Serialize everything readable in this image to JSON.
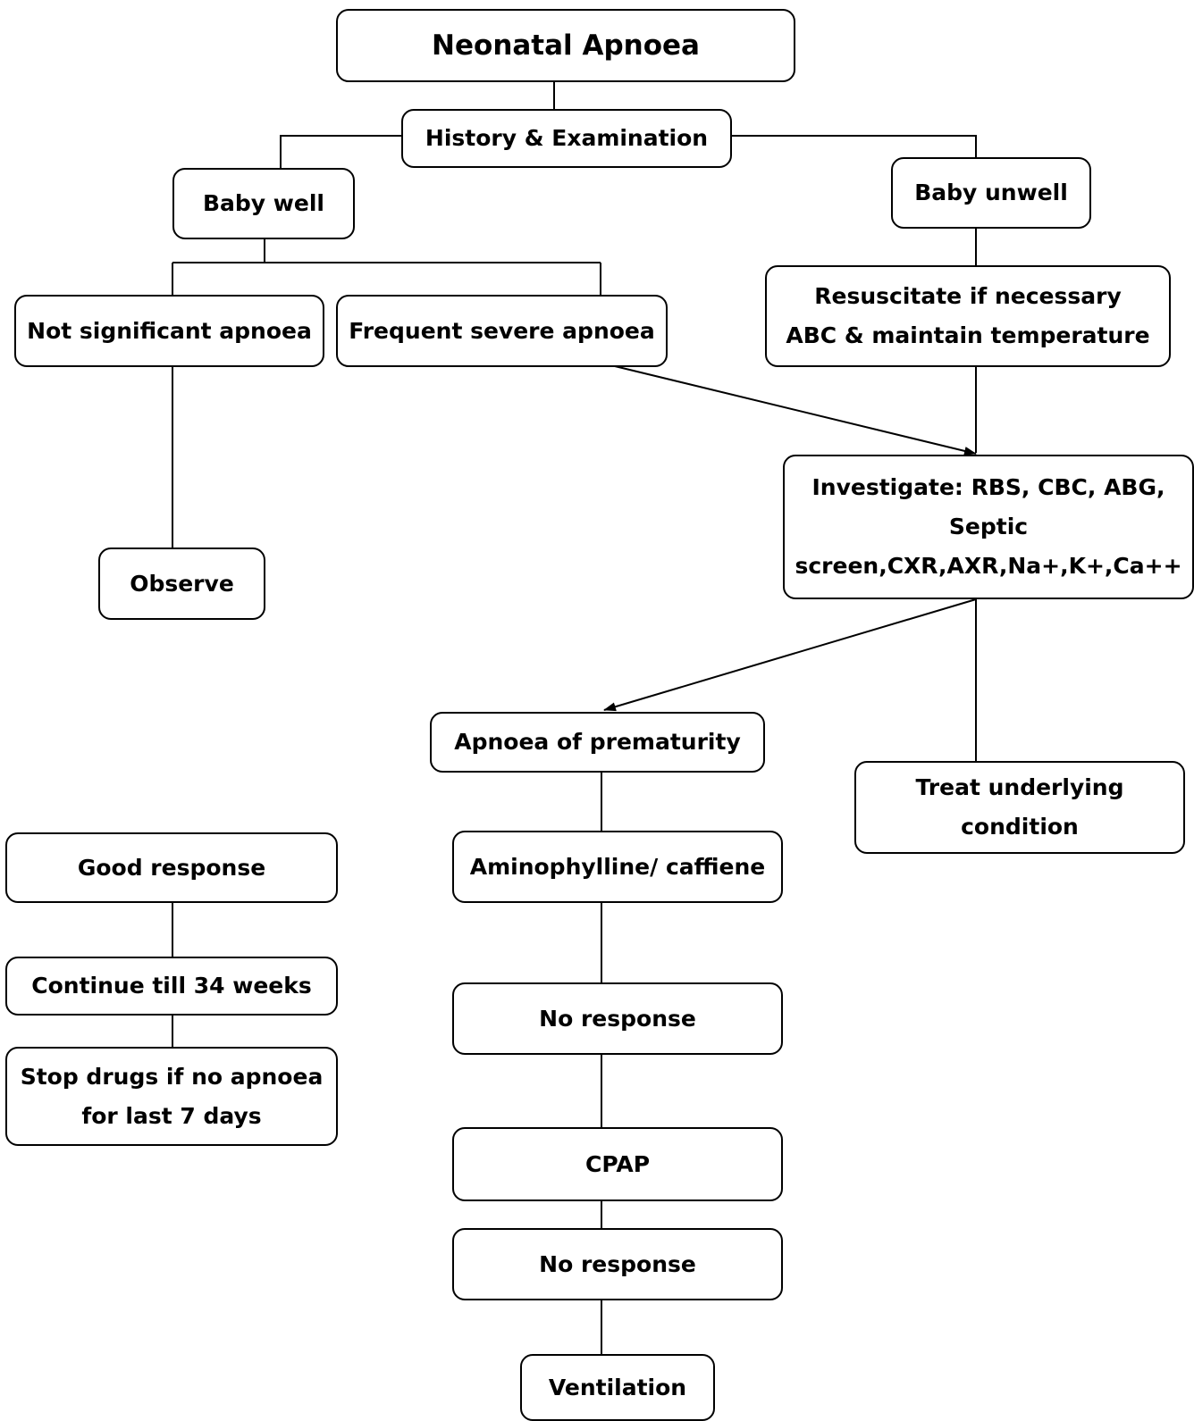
{
  "colors": {
    "stroke": "#000000",
    "fill": "#ffffff",
    "text": "#000000"
  },
  "nodes": {
    "title": "Neonatal Apnoea",
    "history": "History & Examination",
    "baby_well": "Baby well",
    "baby_unwell": "Baby unwell",
    "not_significant": "Not significant apnoea",
    "frequent_severe": "Frequent severe apnoea",
    "resuscitate": "Resuscitate if necessary\nABC & maintain temperature",
    "investigate": "Investigate: RBS, CBC, ABG,\nSeptic\nscreen,CXR,AXR,Na+,K+,Ca++",
    "observe": "Observe",
    "apnoea_prematurity": "Apnoea of prematurity",
    "treat_underlying": "Treat underlying\ncondition",
    "good_response": "Good response",
    "aminophylline": "Aminophylline/ caffiene",
    "continue_34": "Continue till 34 weeks",
    "no_response_1": "No response",
    "stop_drugs": "Stop drugs if no apnoea\nfor last 7 days",
    "cpap": "CPAP",
    "no_response_2": "No response",
    "ventilation": "Ventilation"
  }
}
